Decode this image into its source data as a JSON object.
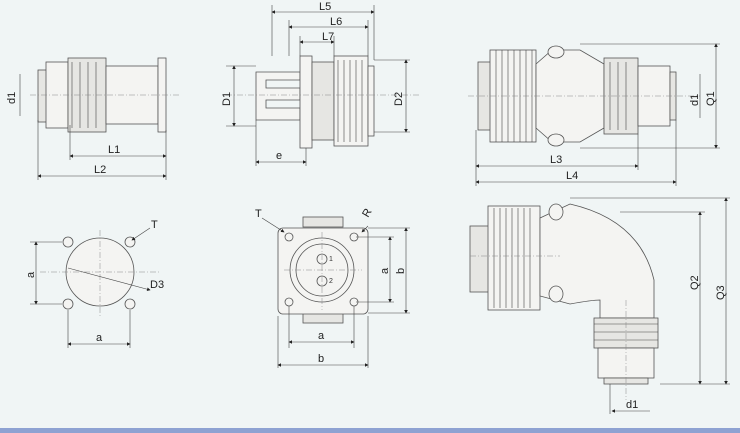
{
  "labels": {
    "side_view": {
      "d1": "d1",
      "L1": "L1",
      "L2": "L2"
    },
    "receptacle_side": {
      "L5": "L5",
      "L6": "L6",
      "L7": "L7",
      "D1": "D1",
      "D2": "D2",
      "e": "e"
    },
    "plug_side": {
      "L3": "L3",
      "L4": "L4",
      "d1": "d1",
      "Q1": "Q1"
    },
    "panel_cutout": {
      "T": "T",
      "a_vertical": "a",
      "a_horizontal": "a",
      "D3": "D3"
    },
    "receptacle_front": {
      "T": "T",
      "R": "R",
      "a_vertical": "a",
      "b_vertical": "b",
      "a_horizontal": "a",
      "b_horizontal": "b",
      "pin1": "1",
      "pin2": "2"
    },
    "elbow_plug": {
      "Q2": "Q2",
      "Q3": "Q3",
      "d1": "d1"
    }
  },
  "colors": {
    "background": "#f0f5f5",
    "line": "#444444",
    "footer_bar": "#8ea2d2"
  }
}
